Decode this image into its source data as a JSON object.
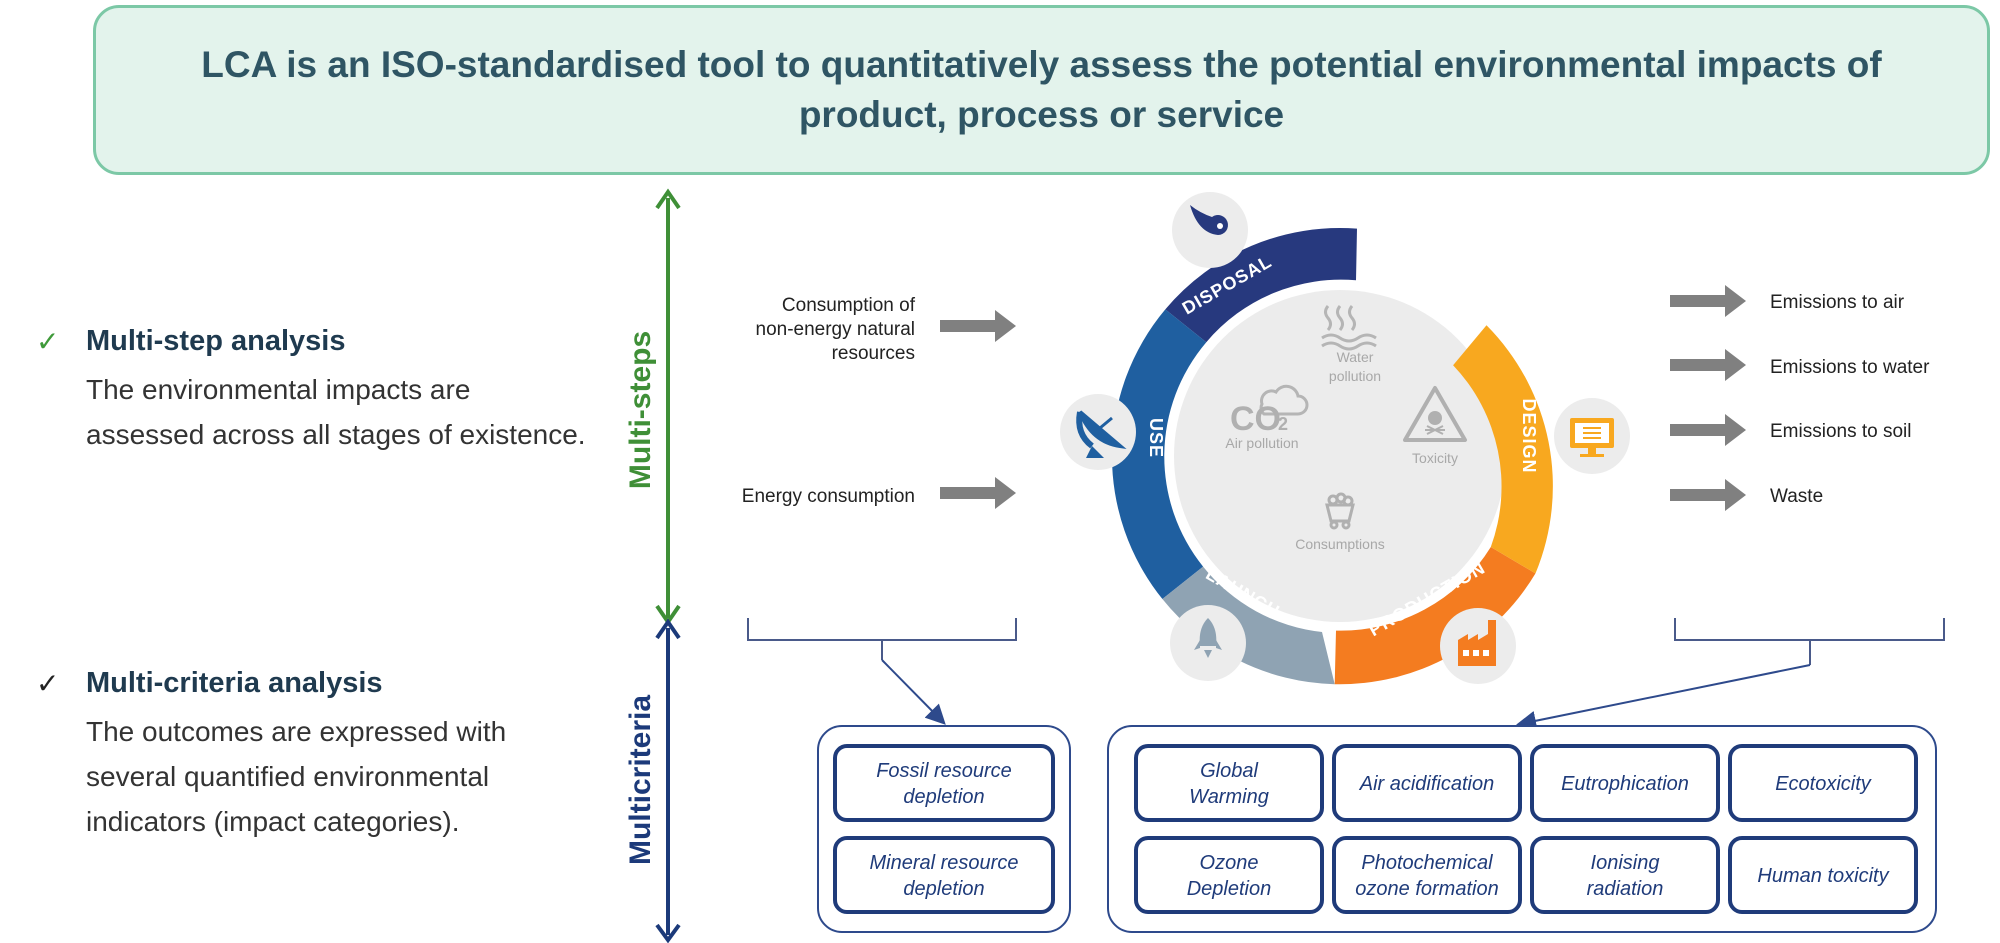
{
  "banner": {
    "line1": "LCA is an ISO-standardised tool to quantitatively assess the potential environmental impacts of",
    "line2": "product, process or service"
  },
  "points": [
    {
      "check": "✓",
      "title": "Multi-step analysis",
      "text": "The environmental impacts are assessed across all stages of existence."
    },
    {
      "check": "✓",
      "title": "Multi-criteria analysis",
      "text": "The outcomes are expressed with several quantified environmental indicators (impact categories)."
    }
  ],
  "axis": {
    "steps_label": "Multi-steps",
    "criteria_label": "Multicriteria"
  },
  "inputs": {
    "resources_line1": "Consumption of",
    "resources_line2": "non-energy natural",
    "resources_line3": "resources",
    "energy": "Energy consumption"
  },
  "outputs": [
    "Emissions to air",
    "Emissions to water",
    "Emissions to soil",
    "Waste"
  ],
  "stages": {
    "disposal": "DISPOSAL",
    "design": "DESIGN",
    "production": "PRODUCTION",
    "launch": "LAUNCH",
    "use": "USE"
  },
  "center": {
    "water_1": "Water",
    "water_2": "pollution",
    "co2": "CO",
    "co2_sub": "2",
    "air": "Air pollution",
    "toxicity": "Toxicity",
    "consumptions": "Consumptions"
  },
  "resource_boxes": [
    {
      "line1": "Fossil resource",
      "line2": "depletion"
    },
    {
      "line1": "Mineral resource",
      "line2": "depletion"
    }
  ],
  "impact_boxes": [
    {
      "line1": "Global",
      "line2": "Warming"
    },
    {
      "line1": "Air acidification",
      "line2": ""
    },
    {
      "line1": "Eutrophication",
      "line2": ""
    },
    {
      "line1": "Ecotoxicity",
      "line2": ""
    },
    {
      "line1": "Ozone",
      "line2": "Depletion"
    },
    {
      "line1": "Photochemical",
      "line2": "ozone formation"
    },
    {
      "line1": "Ionising",
      "line2": "radiation"
    },
    {
      "line1": "Human toxicity",
      "line2": ""
    }
  ],
  "colors": {
    "disposal": "#27397e",
    "use": "#1f5fa0",
    "launch": "#8fa3b3",
    "production": "#f47c20",
    "design": "#f8a81f",
    "green_axis": "#3f8f37",
    "navy_axis": "#1c3a7a"
  }
}
